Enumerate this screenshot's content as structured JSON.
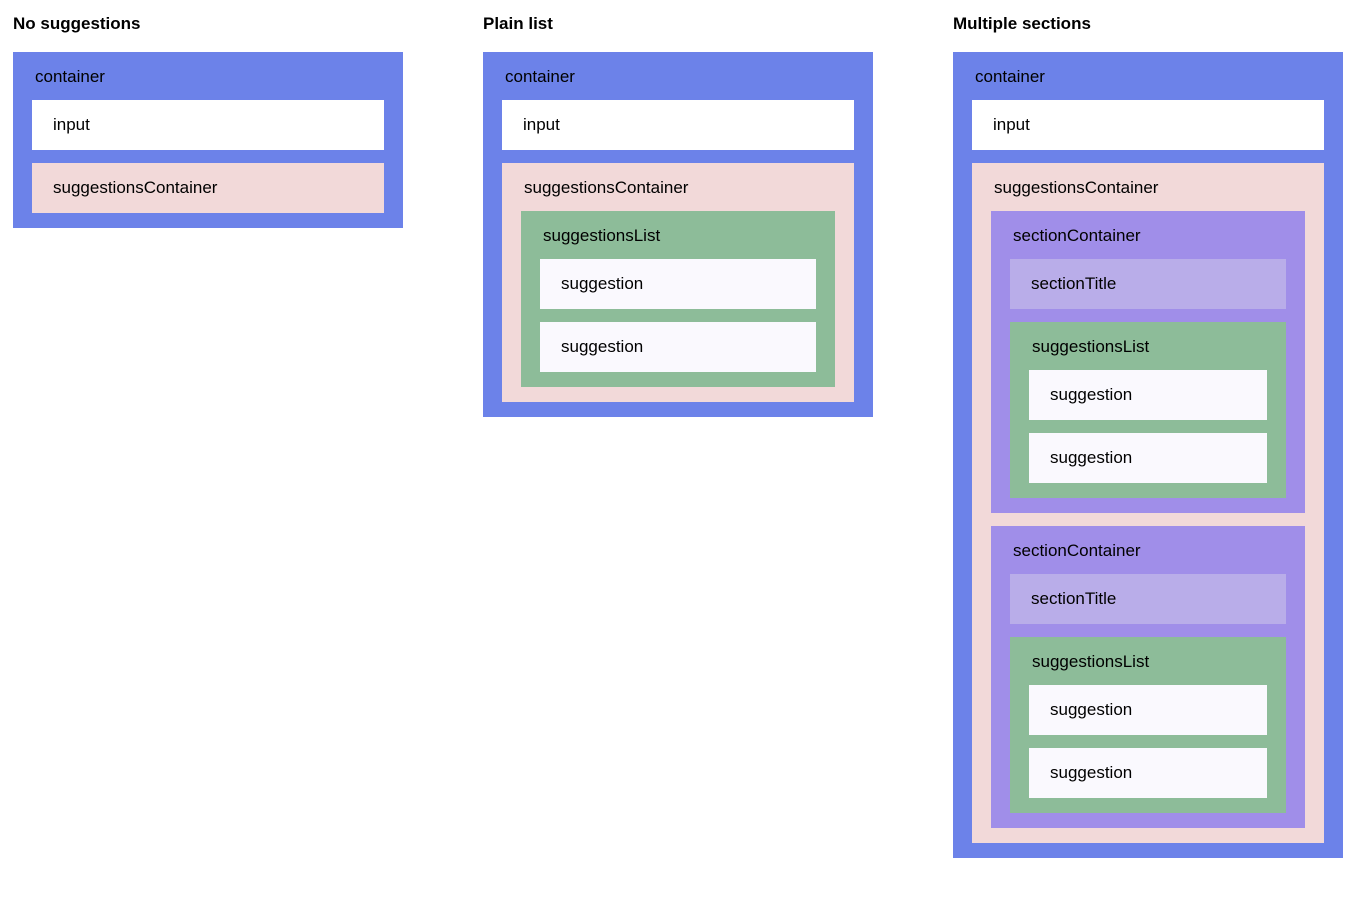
{
  "columns": [
    {
      "heading": "No suggestions"
    },
    {
      "heading": "Plain list"
    },
    {
      "heading": "Multiple sections"
    }
  ],
  "labels": {
    "container": "container",
    "input": "input",
    "suggestions_container": "suggestionsContainer",
    "suggestions_list": "suggestionsList",
    "suggestion": "suggestion",
    "section_container": "sectionContainer",
    "section_title": "sectionTitle"
  },
  "colors": {
    "container": "#6c82e9",
    "input": "#ffffff",
    "suggestions_container": "#f2d9d9",
    "suggestions_list": "#8dbc99",
    "suggestion": "#faf9fe",
    "section_container": "#a08ee9",
    "section_title": "#b9ade9",
    "text": "#000000",
    "page_background": "#ffffff"
  }
}
